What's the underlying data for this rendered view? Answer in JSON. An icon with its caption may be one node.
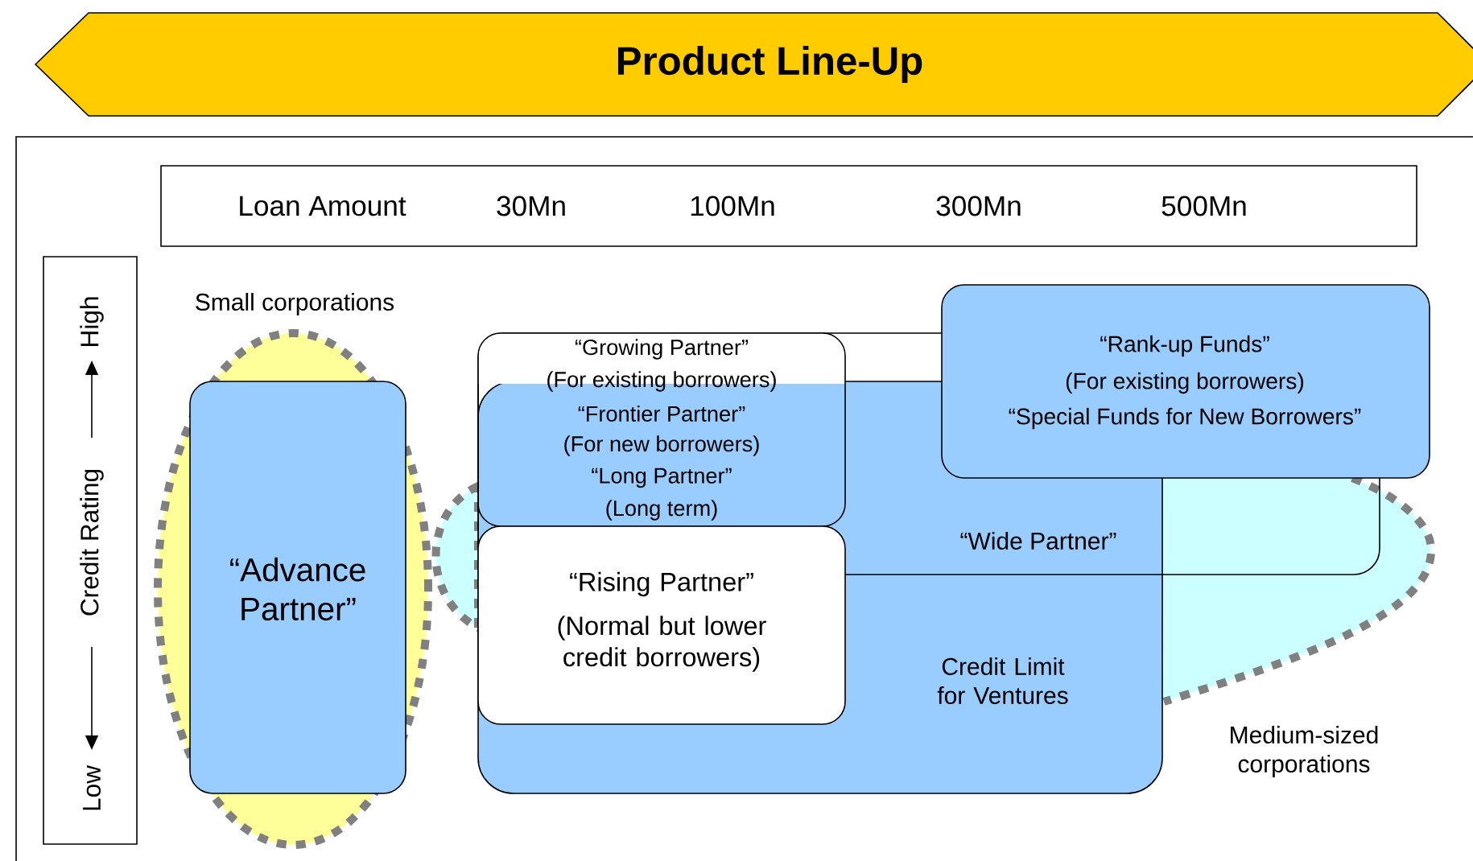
{
  "diagram": {
    "title": "Product Line-Up",
    "nodes": [
      {
        "text": [
          "Loan Amount",
          "30Mn",
          "100Mn",
          "300Mn",
          "500Mn"
        ]
      },
      {
        "text": [
          "Low",
          "Credit Rating",
          "High"
        ]
      },
      {
        "text": [
          "Small corporations"
        ]
      },
      {
        "text": [
          "“Advance Partner”"
        ],
        "in": 2
      },
      {
        "text": [
          "Medium-sized corporations"
        ]
      },
      {
        "text": [
          "“Wide Partner”"
        ]
      },
      {
        "text": [
          "“Growing Partner”",
          "(For existing borrowers)",
          "“Frontier Partner”",
          "(For new borrowers)",
          "“Long Partner”",
          "(Long term)"
        ],
        "in": 5
      },
      {
        "text": [
          "“Rank-up Funds”",
          "(For existing borrowers)",
          "“Special Funds for New Borrowers”"
        ]
      },
      {
        "text": [
          "Credit Limit for Ventures"
        ]
      },
      {
        "text": [
          "“Rising Partner”",
          "(Normal but lower credit borrowers)"
        ],
        "in": 8
      }
    ],
    "edges": []
  }
}
